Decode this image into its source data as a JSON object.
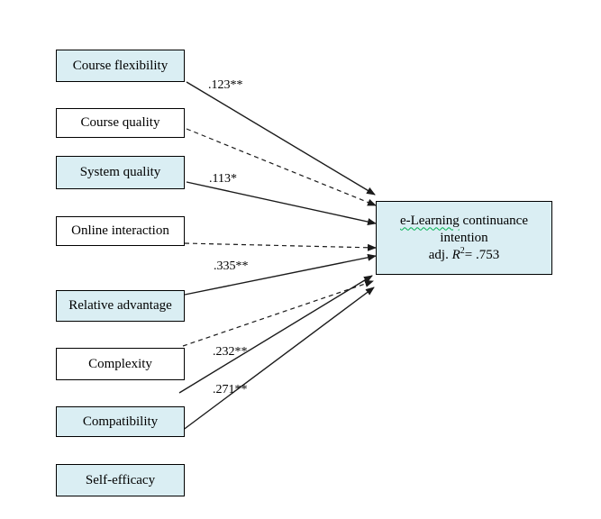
{
  "diagram": {
    "type": "path-model",
    "predictors": [
      {
        "label": "Course flexibility",
        "highlighted": true
      },
      {
        "label": "Course quality",
        "highlighted": false
      },
      {
        "label": "System quality",
        "highlighted": true
      },
      {
        "label": "Online interaction",
        "highlighted": false
      },
      {
        "label": "Relative advantage",
        "highlighted": true
      },
      {
        "label": "Complexity",
        "highlighted": false
      },
      {
        "label": "Compatibility",
        "highlighted": true
      },
      {
        "label": "Self-efficacy",
        "highlighted": true
      }
    ],
    "outcome": {
      "line1_underlined": "e-Learning",
      "line1_rest": " continuance",
      "line2": "intention",
      "line3_prefix": "adj. ",
      "line3_symbol": "R",
      "line3_superscript": "2",
      "line3_value": "= .753"
    },
    "edges": [
      {
        "from_anchor": "Course flexibility bottom-right",
        "style": "solid",
        "coefficient": ".123**"
      },
      {
        "from_anchor": "Course quality right edge",
        "style": "dashed",
        "coefficient": null
      },
      {
        "from_anchor": "System quality right edge",
        "style": "solid",
        "coefficient": ".113*"
      },
      {
        "from_anchor": "Online interaction bottom-right",
        "style": "dashed",
        "coefficient": null
      },
      {
        "from_anchor": "Relative advantage top-right",
        "style": "solid",
        "coefficient": ".335**"
      },
      {
        "from_anchor": "Complexity top-right",
        "style": "dashed",
        "coefficient": null
      },
      {
        "from_anchor": "gap below Complexity",
        "style": "solid",
        "coefficient": ".232**"
      },
      {
        "from_anchor": "Compatibility bottom-right",
        "style": "solid",
        "coefficient": ".271**"
      }
    ],
    "colors": {
      "highlight_fill": "#daeef3",
      "plain_fill": "#ffffff",
      "stroke": "#000000",
      "spellcheck_underline": "#00b050"
    }
  }
}
